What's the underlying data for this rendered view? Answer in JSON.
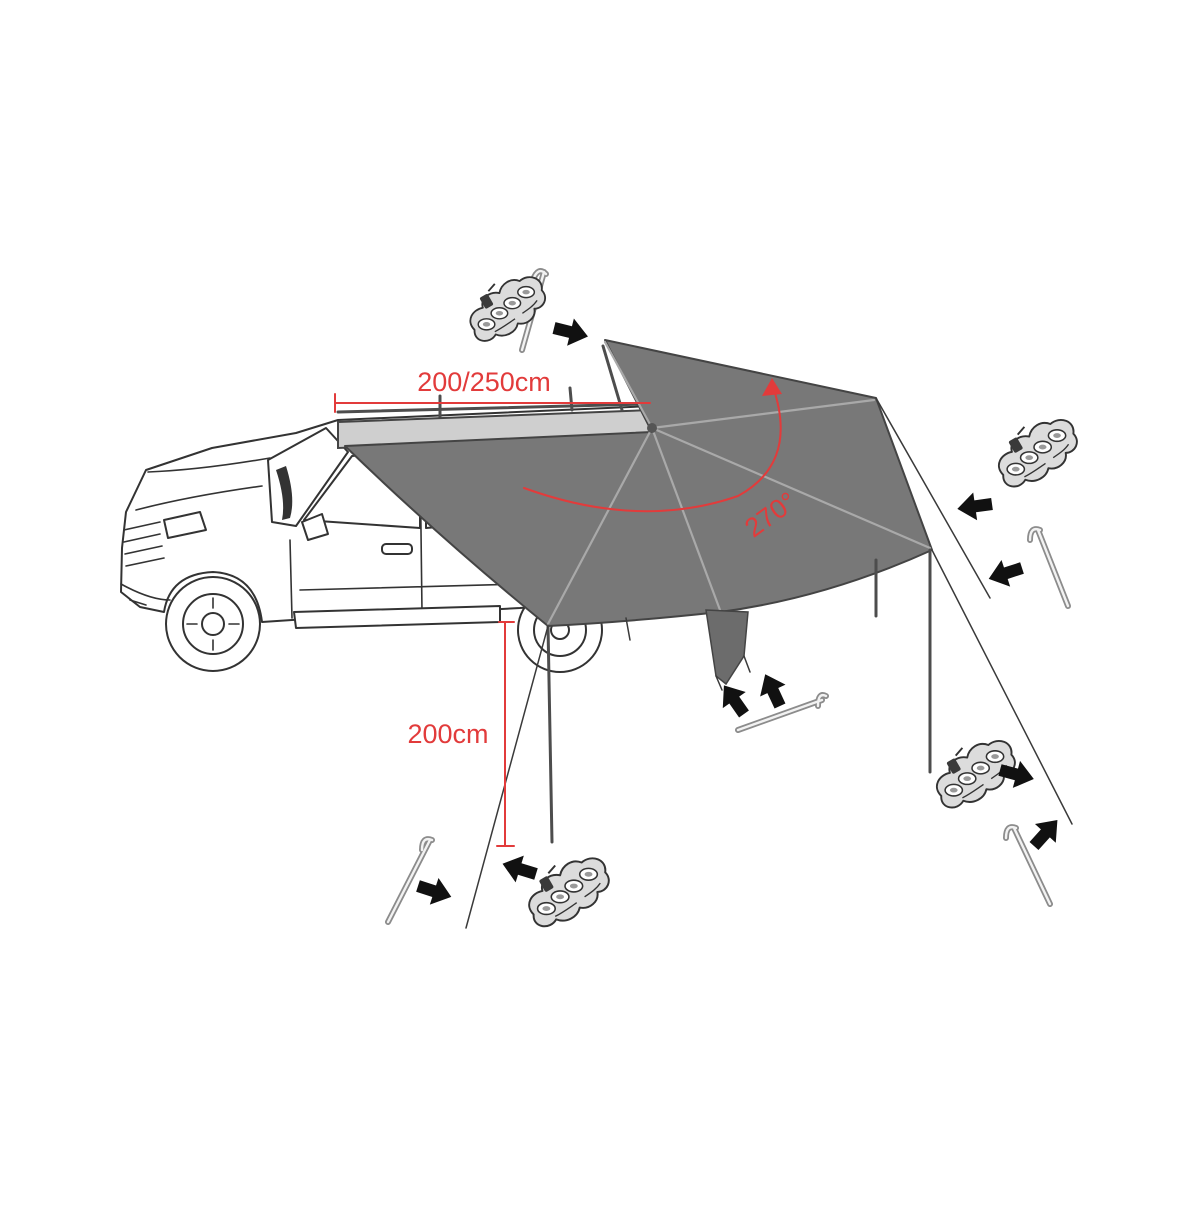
{
  "annotations": {
    "awning_length": "200/250cm",
    "rotation_angle": "270°",
    "pole_height": "200cm"
  },
  "colors": {
    "background": "#ffffff",
    "canopy": "#787878",
    "annotation": "#e23b3b",
    "outline": "#333333"
  },
  "icons": {
    "arrow": "arrow-icon",
    "sandbag": "sandbag-icon",
    "peg": "peg-icon"
  }
}
